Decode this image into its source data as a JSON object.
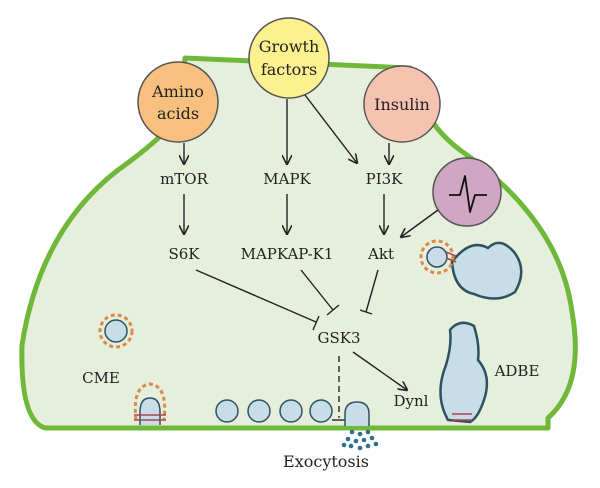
{
  "colors": {
    "cell_fill": "#e6eedc",
    "membrane": "#6fb83a",
    "amino_circle": "#f8c07e",
    "growth_circle": "#fbf18e",
    "insulin_circle": "#f6c3b1",
    "signal_circle": "#cfa6c4",
    "vesicle_fill": "#c7dde8",
    "vesicle_ring": "#d98a4c",
    "vesicle_outline": "#2f5160"
  },
  "icons": [
    "action-potential-icon"
  ],
  "inputs": {
    "amino_line1": "Amino",
    "amino_line2": "acids",
    "growth_line1": "Growth",
    "growth_line2": "factors",
    "insulin": "Insulin"
  },
  "nodes": {
    "mtor": "mTOR",
    "mapk": "MAPK",
    "pi3k": "PI3K",
    "s6k": "S6K",
    "mapkapk1": "MAPKAP-K1",
    "akt": "Akt",
    "gsk3": "GSK3",
    "dynl": "Dynl"
  },
  "labels": {
    "cme": "CME",
    "adbe": "ADBE",
    "exocytosis": "Exocytosis"
  }
}
